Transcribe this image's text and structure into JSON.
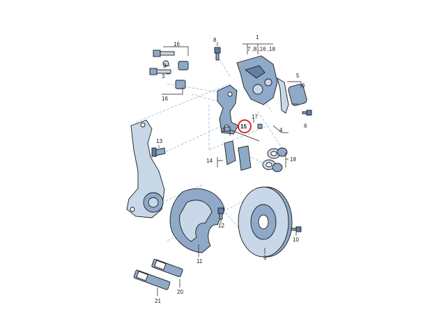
{
  "colors": {
    "part_fill": "#8fa9c8",
    "part_dark": "#5f7fa5",
    "part_light": "#c9d8e8",
    "guide_line": "#9bbcd3",
    "highlight_ring": "#e0141e",
    "ink": "#1a1a1a"
  },
  "callouts": {
    "n1": "1",
    "n7_8_16_18": "7 ,8 ,16 ,18",
    "n8_top": "8",
    "n16_top": "16",
    "n3_a": "3",
    "n3_b": "3",
    "n16_bottom": "16",
    "n5": "5",
    "n6_a": "6",
    "n6_b": "6",
    "n4": "4",
    "n17": "17",
    "n15": "15",
    "n2": "2",
    "n13": "13",
    "n14": "14",
    "n18": "18",
    "n12": "12",
    "n10": "10",
    "n11": "11",
    "n9": "9",
    "n20": "20",
    "n21": "21"
  },
  "icons": [
    "brake-caliper-icon",
    "carrier-bracket-icon",
    "brake-disc-icon",
    "splash-shield-icon",
    "steering-knuckle-icon",
    "brake-pad-icon",
    "grease-tube-icon",
    "bolt-icon"
  ]
}
